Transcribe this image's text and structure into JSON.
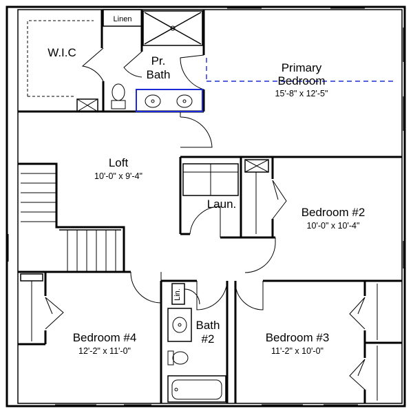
{
  "rooms": {
    "wic": {
      "name": "W.I.C"
    },
    "linen_top": {
      "name": "Linen"
    },
    "primary_bath": {
      "name_line1": "Pr.",
      "name_line2": "Bath"
    },
    "primary_bedroom": {
      "name_line1": "Primary",
      "name_line2": "Bedroom",
      "dims": "15'-8\" x 12'-5\""
    },
    "loft": {
      "name": "Loft",
      "dims": "10'-0\" x 9'-4\""
    },
    "laundry": {
      "name": "Laun."
    },
    "bedroom2": {
      "name": "Bedroom #2",
      "dims": "10'-0\" x 10'-4\""
    },
    "bedroom4": {
      "name": "Bedroom #4",
      "dims": "12'-2\" x 11'-0\""
    },
    "bath2": {
      "name_line1": "Bath",
      "name_line2": "#2"
    },
    "linen_bath2": {
      "name": "Lin."
    },
    "bedroom3": {
      "name": "Bedroom #3",
      "dims": "11'-2\" x 10'-0\""
    }
  },
  "colors": {
    "wall": "#000000",
    "fixture_accent": "#1a2bd6",
    "background": "#ffffff"
  }
}
